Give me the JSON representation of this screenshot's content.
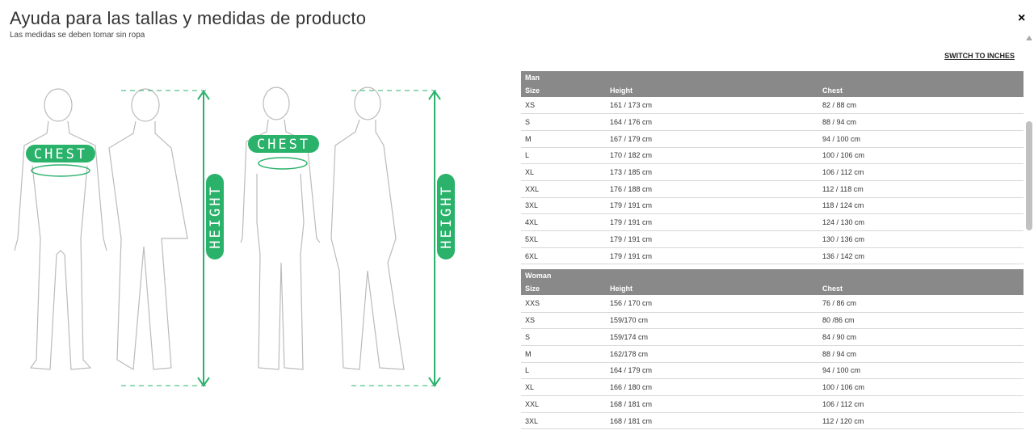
{
  "header": {
    "title": "Ayuda para las tallas y medidas de producto",
    "subtitle": "Las medidas se deben tomar sin ropa",
    "close": "×"
  },
  "switch_label": "SWITCH TO INCHES",
  "illustration": {
    "chest_label": "CHEST",
    "height_label": "HEIGHT",
    "accent": "#2ab26b"
  },
  "man": {
    "group": "Man",
    "columns": [
      "Size",
      "Height",
      "Chest"
    ],
    "rows": [
      [
        "XS",
        "161 / 173 cm",
        "82 / 88 cm"
      ],
      [
        "S",
        "164 / 176 cm",
        "88 / 94 cm"
      ],
      [
        "M",
        "167 / 179 cm",
        "94 / 100 cm"
      ],
      [
        "L",
        "170 / 182 cm",
        "100 / 106 cm"
      ],
      [
        "XL",
        "173 / 185 cm",
        "106 / 112 cm"
      ],
      [
        "XXL",
        "176 / 188 cm",
        "112 / 118 cm"
      ],
      [
        "3XL",
        "179 / 191 cm",
        "118 / 124 cm"
      ],
      [
        "4XL",
        "179 / 191 cm",
        "124 / 130 cm"
      ],
      [
        "5XL",
        "179 / 191 cm",
        "130 / 136 cm"
      ],
      [
        "6XL",
        "179 / 191 cm",
        "136 / 142 cm"
      ]
    ]
  },
  "woman": {
    "group": "Woman",
    "columns": [
      "Size",
      "Height",
      "Chest"
    ],
    "rows": [
      [
        "XXS",
        "156 / 170 cm",
        "76 / 86 cm"
      ],
      [
        "XS",
        "159/170 cm",
        "80 /86 cm"
      ],
      [
        "S",
        "159/174 cm",
        "84 / 90 cm"
      ],
      [
        "M",
        "162/178 cm",
        "88 / 94 cm"
      ],
      [
        "L",
        "164 / 179 cm",
        "94 / 100 cm"
      ],
      [
        "XL",
        "166 / 180 cm",
        "100 / 106 cm"
      ],
      [
        "XXL",
        "168 / 181 cm",
        "106 / 112 cm"
      ],
      [
        "3XL",
        "168 / 181 cm",
        "112 / 120 cm"
      ]
    ]
  }
}
